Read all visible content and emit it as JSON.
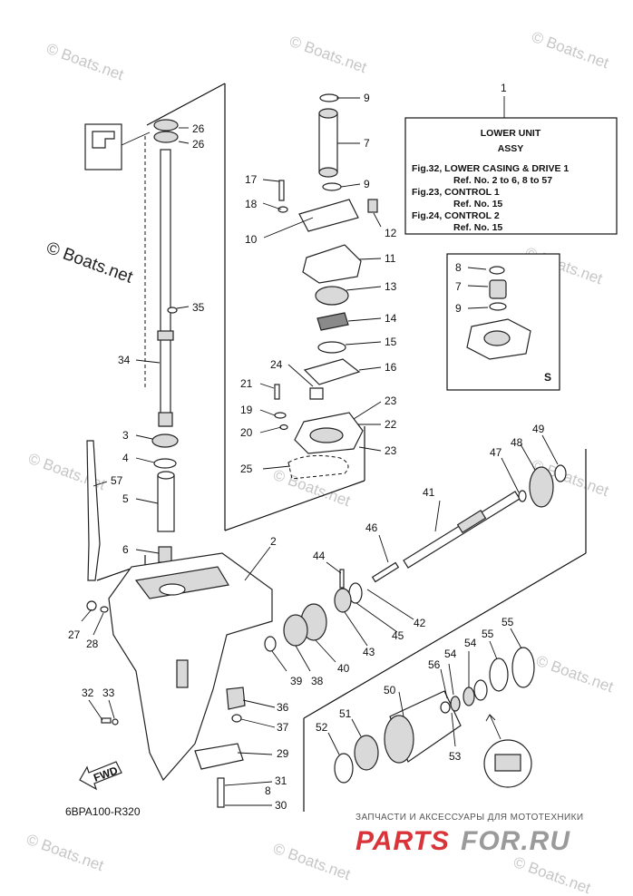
{
  "info_box": {
    "line1": "LOWER UNIT",
    "line2": "ASSY",
    "line3": "Fig.32, LOWER CASING & DRIVE 1",
    "line4": "Ref. No. 2 to 6, 8 to 57",
    "line5": "Fig.23, CONTROL 1",
    "line6": "Ref. No. 15",
    "line7": "Fig.24, CONTROL 2",
    "line8": "Ref. No. 15"
  },
  "inset": {
    "label": "S"
  },
  "fwd_label": "FWD",
  "diagram_ref": "6BPA100-R320",
  "watermark": "© Boats.net",
  "watermark_big": "© Boats.net",
  "footer": {
    "tagline": "ЗАПЧАСТИ И АКСЕССУАРЫ ДЛЯ МОТОТЕХНИКИ",
    "logo_a": "PARTS",
    "logo_b": "FOR.RU"
  },
  "callouts": [
    "1",
    "2",
    "3",
    "4",
    "5",
    "6",
    "7",
    "8",
    "9",
    "9",
    "10",
    "11",
    "12",
    "13",
    "14",
    "15",
    "16",
    "17",
    "18",
    "19",
    "20",
    "21",
    "22",
    "23",
    "23",
    "24",
    "25",
    "26",
    "26",
    "27",
    "28",
    "29",
    "30",
    "31",
    "32",
    "33",
    "34",
    "35",
    "36",
    "37",
    "38",
    "39",
    "40",
    "41",
    "42",
    "43",
    "44",
    "45",
    "46",
    "47",
    "48",
    "49",
    "50",
    "51",
    "52",
    "53",
    "54",
    "54",
    "55",
    "55",
    "56",
    "57",
    "7",
    "8",
    "9"
  ],
  "colors": {
    "line": "#111111",
    "watermark": "#c6c6c6",
    "logo_red": "#d9343a",
    "logo_gray": "#9a9a9a"
  }
}
